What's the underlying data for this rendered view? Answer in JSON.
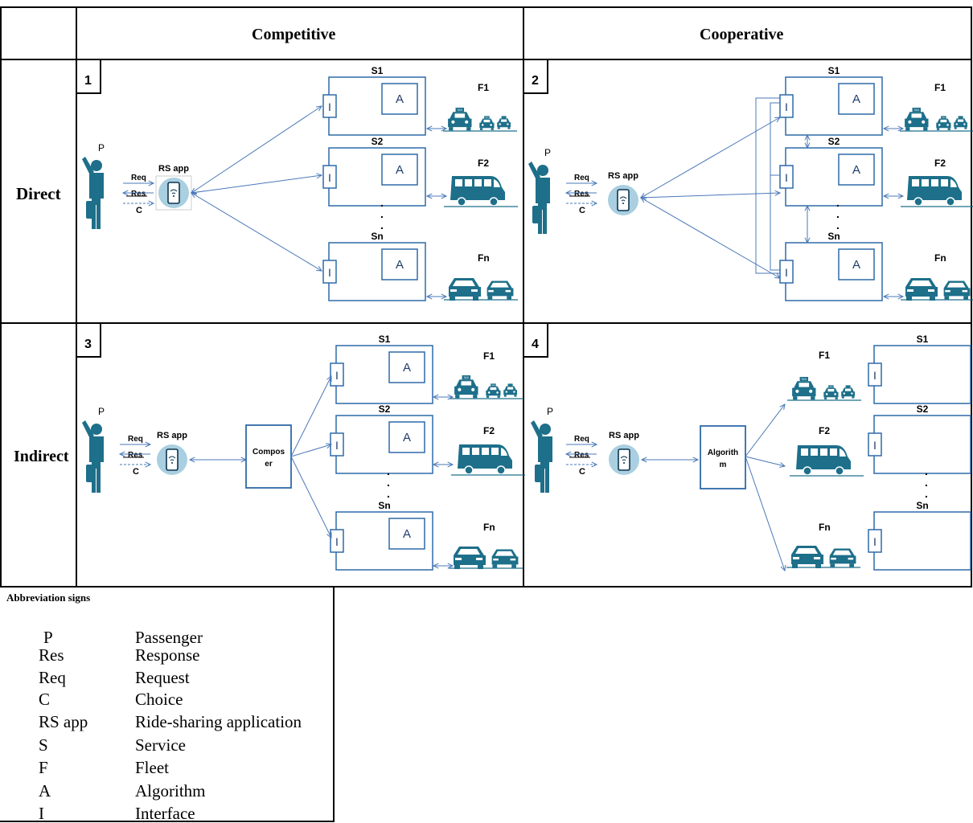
{
  "headers": {
    "competitive": "Competitive",
    "cooperative": "Cooperative",
    "direct": "Direct",
    "indirect": "Indirect"
  },
  "panels": [
    {
      "number": "1"
    },
    {
      "number": "2"
    },
    {
      "number": "3"
    },
    {
      "number": "4"
    }
  ],
  "labels": {
    "passenger": "P",
    "req": "Req",
    "res": "Res",
    "choice": "C",
    "rs_app": "RS app",
    "s1": "S1",
    "s2": "S2",
    "sn": "Sn",
    "f1": "F1",
    "f2": "F2",
    "fn": "Fn",
    "interface": "I",
    "algorithm": "A",
    "composer": "Compos\ner",
    "algorithm_box": "Algorith\nm",
    "taxi_sign": "TAXI",
    "dots": "."
  },
  "legend": {
    "title": "Abbreviation signs",
    "rows": [
      {
        "abbr": "P",
        "meaning": "Passenger"
      },
      {
        "abbr": "Res",
        "meaning": "Response"
      },
      {
        "abbr": "Req",
        "meaning": "Request"
      },
      {
        "abbr": "C",
        "meaning": "Choice"
      },
      {
        "abbr": "RS app",
        "meaning": "Ride-sharing application"
      },
      {
        "abbr": "S",
        "meaning": "Service"
      },
      {
        "abbr": "F",
        "meaning": "Fleet"
      },
      {
        "abbr": "A",
        "meaning": "Algorithm"
      },
      {
        "abbr": "I",
        "meaning": "Interface"
      }
    ]
  },
  "colors": {
    "line": "#4a78b8",
    "box": "#2e6aa8",
    "vehicle": "#1d6f8a",
    "phone_bg": "#a9cfe0",
    "grid": "#000000"
  }
}
